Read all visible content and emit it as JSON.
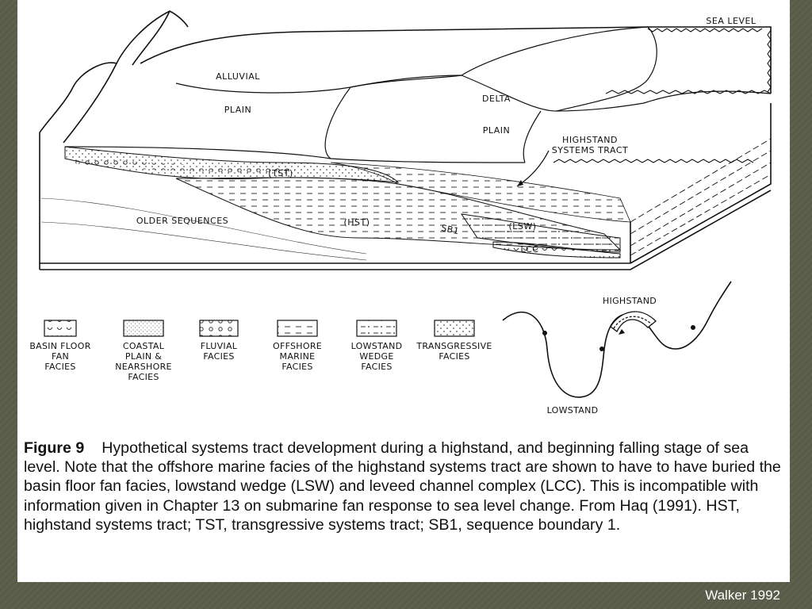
{
  "diagram": {
    "block_labels": {
      "sea_level": "SEA LEVEL",
      "alluvial": "ALLUVIAL",
      "plain": "PLAIN",
      "delta": "DELTA",
      "delta_plain": "PLAIN",
      "highstand_systems_tract_1": "HIGHSTAND",
      "highstand_systems_tract_2": "SYSTEMS TRACT",
      "tst": "(TST)",
      "hst": "(HST)",
      "older_sequences": "OLDER SEQUENCES",
      "sb1": "SB1",
      "lsw": "(LSW)",
      "lcc": "LCC"
    },
    "legend": [
      {
        "lines": [
          "BASIN FLOOR",
          "FAN",
          "FACIES"
        ],
        "pattern": "fan-pattern"
      },
      {
        "lines": [
          "COASTAL",
          "PLAIN &",
          "NEARSHORE",
          "FACIES"
        ],
        "pattern": "stipple-pattern"
      },
      {
        "lines": [
          "FLUVIAL",
          "FACIES"
        ],
        "pattern": "circle-pattern"
      },
      {
        "lines": [
          "OFFSHORE",
          "MARINE",
          "FACIES"
        ],
        "pattern": "dash-pattern"
      },
      {
        "lines": [
          "LOWSTAND",
          "WEDGE",
          "FACIES"
        ],
        "pattern": "dash-dot-pattern"
      },
      {
        "lines": [
          "TRANSGRESSIVE",
          "FACIES"
        ],
        "pattern": "dot-pattern"
      }
    ],
    "sea_level_curve": {
      "highstand": "HIGHSTAND",
      "lowstand": "LOWSTAND"
    }
  },
  "caption": {
    "figure_label": "Figure 9",
    "text": "Hypothetical systems tract development during a highstand, and beginning falling stage of sea level. Note that the offshore marine facies of the highstand systems tract are shown to have to have buried the basin floor fan facies, lowstand wedge (LSW) and leveed channel complex (LCC). This is incompatible with information given in Chapter 13 on submarine fan response to sea level change. From Haq (1991). HST, highstand systems tract; TST, transgressive systems tract; SB1, sequence boundary 1."
  },
  "credit": "Walker 1992"
}
